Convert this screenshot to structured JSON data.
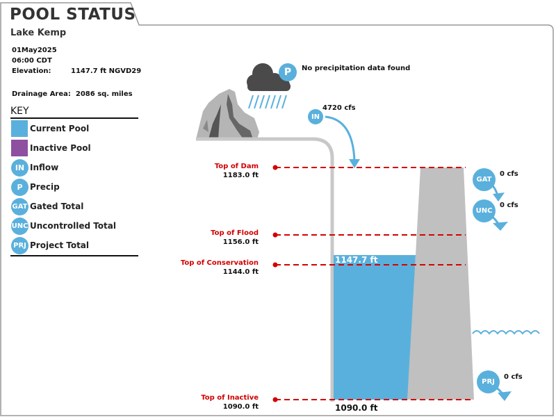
{
  "header": {
    "title": "POOL STATUS",
    "project": "Lake Kemp"
  },
  "info": {
    "date": "01May2025",
    "time": "06:00 CDT",
    "elevation_label": "Elevation:",
    "elevation_value": "1147.7 ft NGVD29",
    "drainage_label": "Drainage Area:",
    "drainage_value": "2086 sq. miles"
  },
  "key": {
    "title": "KEY",
    "items": [
      {
        "type": "swatch",
        "color": "#5ab0dc",
        "label": "Current Pool"
      },
      {
        "type": "swatch",
        "color": "#8e4fa0",
        "label": "Inactive Pool"
      },
      {
        "type": "circle",
        "abbr": "IN",
        "label": "Inflow"
      },
      {
        "type": "circle",
        "abbr": "P",
        "label": "Precip"
      },
      {
        "type": "circle",
        "abbr": "GAT",
        "label": "Gated Total"
      },
      {
        "type": "circle",
        "abbr": "UNC",
        "label": "Uncontrolled Total"
      },
      {
        "type": "circle",
        "abbr": "PRJ",
        "label": "Project Total"
      }
    ]
  },
  "precip": {
    "abbr": "P",
    "text": "No precipitation data found"
  },
  "inflow": {
    "abbr": "IN",
    "value": "4720 cfs"
  },
  "levels": {
    "top_of_dam": {
      "name": "Top of Dam",
      "value": "1183.0 ft",
      "elevation": 1183.0
    },
    "top_of_flood": {
      "name": "Top of Flood",
      "value": "1156.0 ft",
      "elevation": 1156.0
    },
    "top_of_conservation": {
      "name": "Top of Conservation",
      "value": "1144.0 ft",
      "elevation": 1144.0
    },
    "top_of_inactive": {
      "name": "Top of Inactive",
      "value": "1090.0 ft",
      "elevation": 1090.0
    }
  },
  "pool": {
    "current_label": "1147.7 ft",
    "bottom_label": "1090.0 ft",
    "current_elevation": 1147.7
  },
  "outflows": {
    "gated": {
      "abbr": "GAT",
      "value": "0 cfs"
    },
    "uncontrolled": {
      "abbr": "UNC",
      "value": "0 cfs"
    },
    "project": {
      "abbr": "PRJ",
      "value": "0 cfs"
    }
  },
  "colors": {
    "pool": "#5ab0dc",
    "inactive": "#8e4fa0",
    "dam": "#c0c0c0",
    "level_line": "#d40000",
    "circle": "#5ab0dc"
  }
}
